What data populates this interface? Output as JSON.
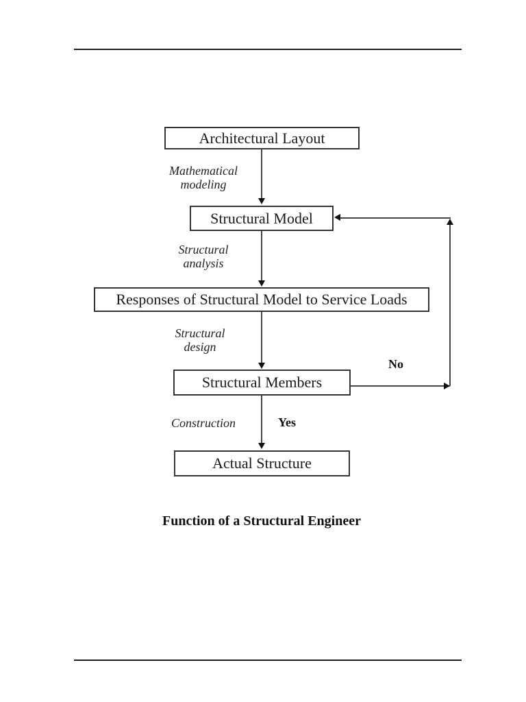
{
  "flowchart": {
    "nodes": [
      {
        "label": "Architectural Layout"
      },
      {
        "label": "Structural Model"
      },
      {
        "label": "Responses of Structural Model to Service Loads"
      },
      {
        "label": "Structural Members"
      },
      {
        "label": "Actual Structure"
      }
    ],
    "process_labels": [
      {
        "line1": "Mathematical",
        "line2": "modeling"
      },
      {
        "line1": "Structural",
        "line2": "analysis"
      },
      {
        "line1": "Structural",
        "line2": "design"
      },
      {
        "line1": "Construction"
      }
    ],
    "branch_labels": {
      "yes": "Yes",
      "no": "No"
    },
    "caption": "Function of a Structural Engineer",
    "colors": {
      "ink": "#1a1a1a",
      "line": "#454545",
      "background": "#ffffff"
    }
  }
}
